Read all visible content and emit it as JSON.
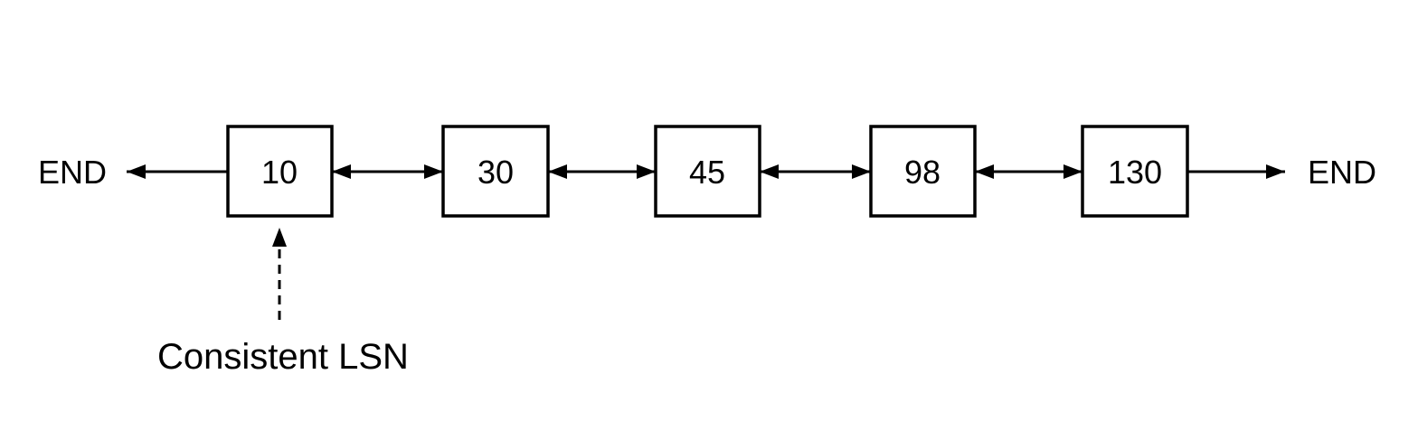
{
  "diagram": {
    "type": "doubly-linked-list",
    "description": "Write-ahead-log pages linked list with consistent LSN marker",
    "end_left": "END",
    "end_right": "END",
    "nodes": [
      "10",
      "30",
      "45",
      "98",
      "130"
    ],
    "annotation": {
      "label": "Consistent LSN",
      "target_node": "10"
    },
    "colors": {
      "line": "#000000",
      "text": "#000000",
      "box_fill": "#ffffff",
      "background": "#ffffff"
    }
  }
}
